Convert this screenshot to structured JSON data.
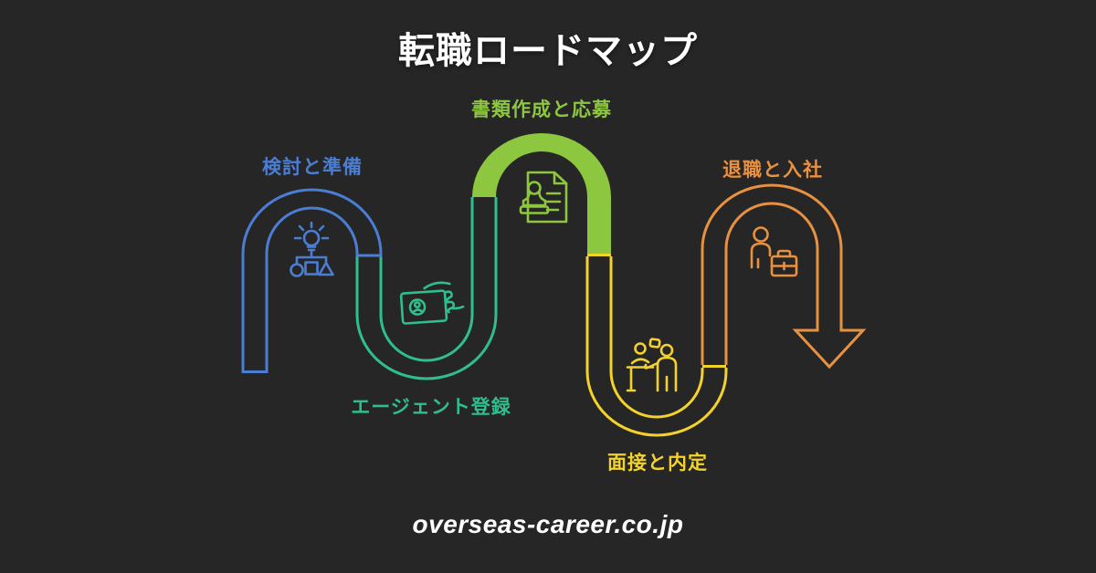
{
  "title": "転職ロードマップ",
  "footer": "overseas-career.co.jp",
  "colors": {
    "background": "#262626",
    "white": "#ffffff",
    "blue": "#4b7ed3",
    "teal": "#2fbf8c",
    "green": "#8dc63f",
    "yellow": "#f2d22b",
    "orange": "#e89140"
  },
  "stages": [
    {
      "order": 1,
      "label": "検討と準備",
      "color": "#4b7ed3",
      "icon": "idea-selection-icon",
      "style": "outline"
    },
    {
      "order": 2,
      "label": "エージェント登録",
      "color": "#2fbf8c",
      "icon": "id-card-hand-icon",
      "style": "outline"
    },
    {
      "order": 3,
      "label": "書類作成と応募",
      "color": "#8dc63f",
      "icon": "document-stamp-icon",
      "style": "filled"
    },
    {
      "order": 4,
      "label": "面接と内定",
      "color": "#f2d22b",
      "icon": "interview-icon",
      "style": "outline"
    },
    {
      "order": 5,
      "label": "退職と入社",
      "color": "#e89140",
      "icon": "person-briefcase-icon",
      "style": "outline"
    }
  ]
}
